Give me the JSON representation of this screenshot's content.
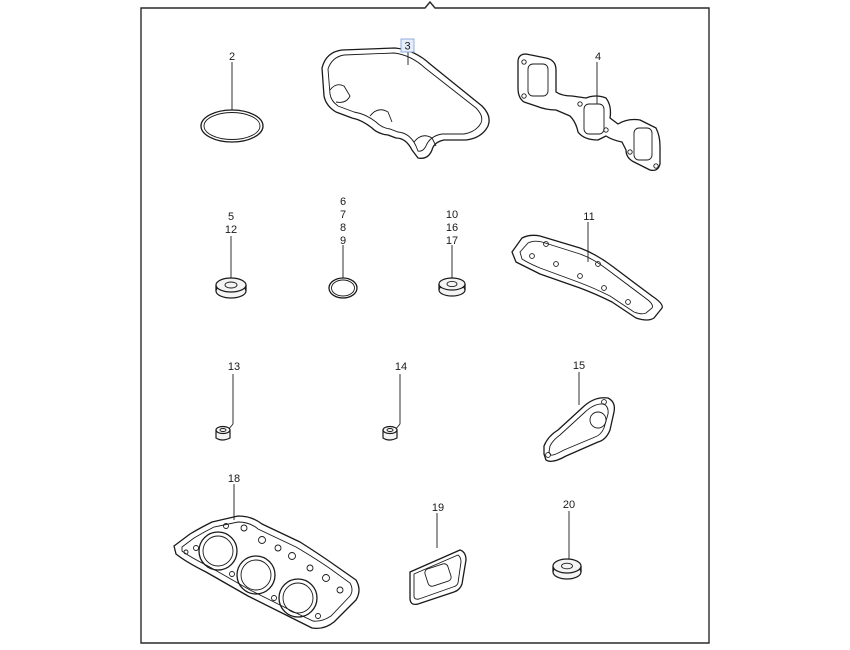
{
  "diagram": {
    "callouts": {
      "p2": [
        "2"
      ],
      "p3": [
        "3"
      ],
      "p4": [
        "4"
      ],
      "p5": [
        "5",
        "12"
      ],
      "p6": [
        "6",
        "7",
        "8",
        "9"
      ],
      "p10": [
        "10",
        "16",
        "17"
      ],
      "p11": [
        "11"
      ],
      "p13": [
        "13"
      ],
      "p14": [
        "14"
      ],
      "p15": [
        "15"
      ],
      "p18": [
        "18"
      ],
      "p19": [
        "19"
      ],
      "p20": [
        "20"
      ]
    },
    "selected_callout": "3"
  }
}
